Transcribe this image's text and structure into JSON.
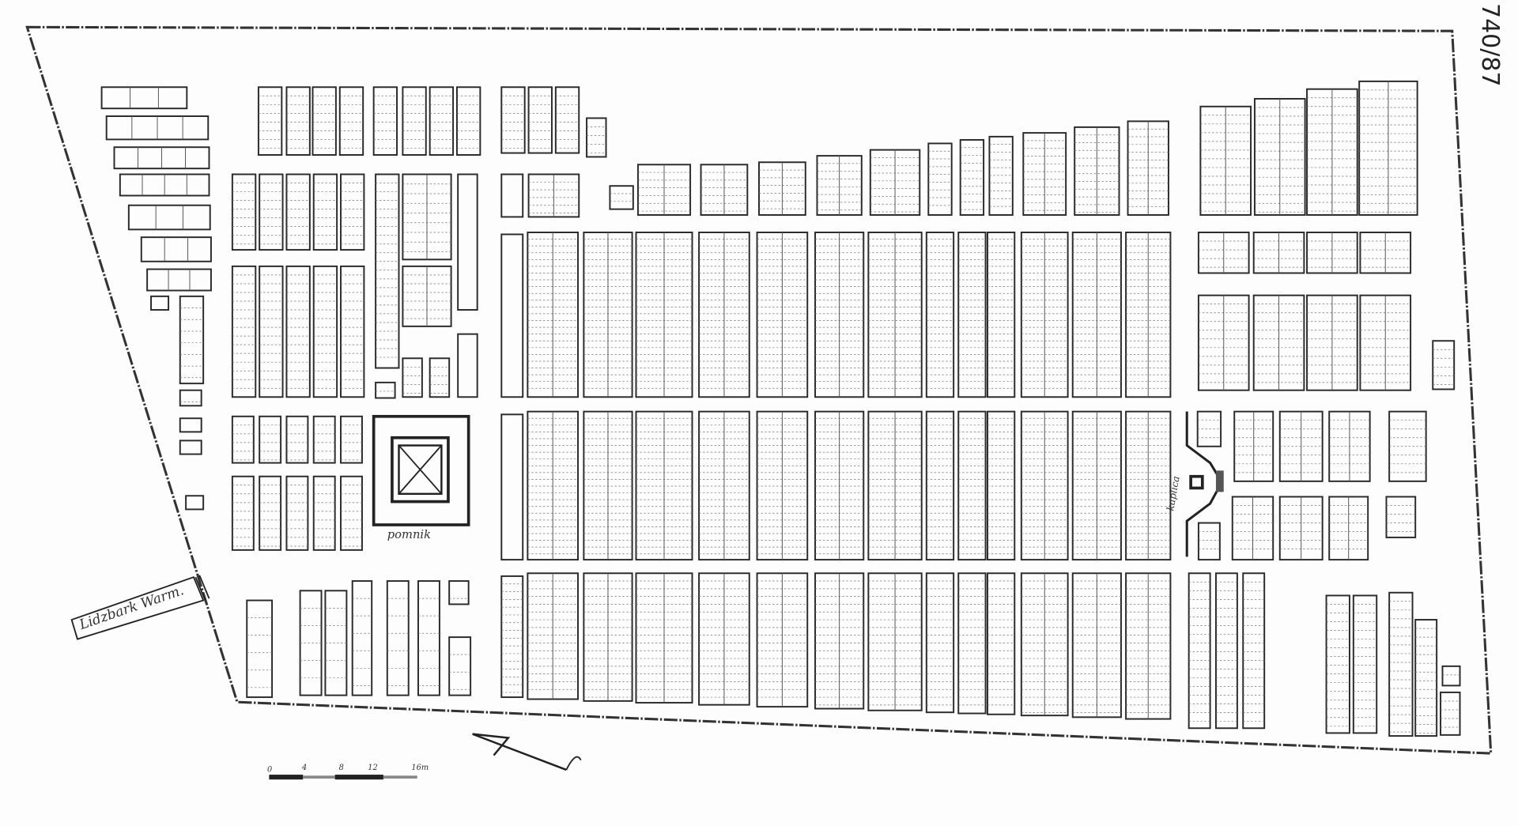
{
  "map": {
    "sheet_number": "740/87",
    "road_label": "Lidzbark Warm.",
    "monument_label": "pomnik",
    "chapel_label": "kaplica",
    "scale_bar": {
      "ticks": [
        "0",
        "4",
        "8",
        "12",
        "16m"
      ],
      "unit": "m"
    },
    "north_arrow": "north-arrow-icon",
    "colors": {
      "ink": "#2a2a2a",
      "paper": "#fdfdfd"
    }
  }
}
